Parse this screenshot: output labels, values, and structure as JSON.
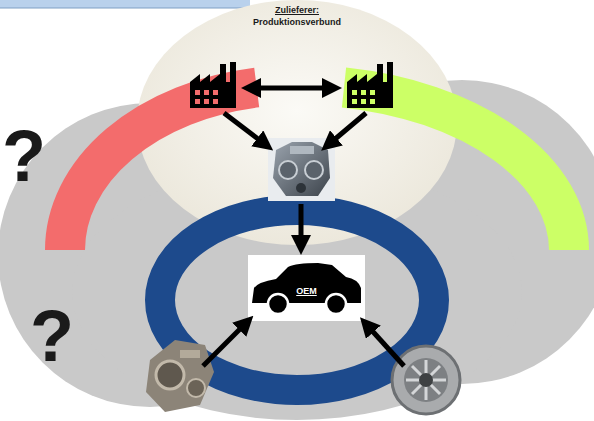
{
  "diagram": {
    "nodes": [
      {
        "text": [
          "Zulieferer:",
          "Produktionsverbund"
        ]
      },
      {
        "text": [
          "OEM"
        ]
      }
    ],
    "labels": [
      "?",
      "?"
    ]
  }
}
